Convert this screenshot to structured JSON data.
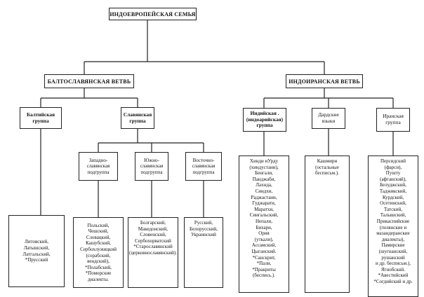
{
  "family": "ИНДОЕВРОПЕЙСКАЯ СЕМЬЯ",
  "branches": {
    "baltoslavic": "БАЛТОСЛАВЯНСКАЯ ВЕТВЬ",
    "indoiranian": "ИНДОИРАНСКАЯ ВЕТВЬ"
  },
  "groups": {
    "baltic": "Балтийская\nгруппа",
    "slavic": "Славянская\nгруппа",
    "indian": "Индийская .\n(индоарийская)\nгруппа",
    "dardic": "Дардские\nязыки",
    "iranian": "Иранская\nгруппа"
  },
  "subgroups": {
    "west": "Западно-\nславянская\nподгруппа",
    "south": "Южно-\nславянская\nподгруппа",
    "east": "Восточно-\nславянская\nподгруппа"
  },
  "languages": {
    "baltic": "Литовский,\nЛатышский,\nЛатгальский,\n*Прусский",
    "west": "Польский,\nЧешский,\nСловацкий,\nКашубский,\nСербохлужицкий\n(сорабский,\nвендский),\n*Полабский,\n*Поморские\nдиалекты.",
    "south": "Болгарский,\nМакедонский,\nСловенский,\nСербохорватский\n*Старославянский\n(церковнославянский).",
    "east": "Русский,\nБелорусский,\nУкраинский",
    "indian": "Хинди иУрду\n(хиндустани),\nБенгали,\nПанджаби,\nЛахнда,\nСиндхи,\nРаджастани,\nГуджарати,\nМаратхи,\nСингальский,\nНепали,\nБихари,\nОрия\n(уткали),\nАссамский,\nЦыганский.\n*Санскрит,\n*Пали,\n*Пракриты\n(беспись.).",
    "dardic": "Кашмири\n(остальные\nбесписьм.).",
    "iranian": "Персидский\n(фарси),\nПушту\n(афганский),\nБелуджский,\nТаджикский,\nКурдский,\nОсетинский,\nТатский,\nТалышский,\nПрикаспийские\n(гилянские и\nмазандеранские\nдиалекты),\nПамирские\n(шугнанский,\nрушанский\nи др. бесписьм.),\nЯгнобский.\n*Авестийский\n*Согдийский и др."
  }
}
